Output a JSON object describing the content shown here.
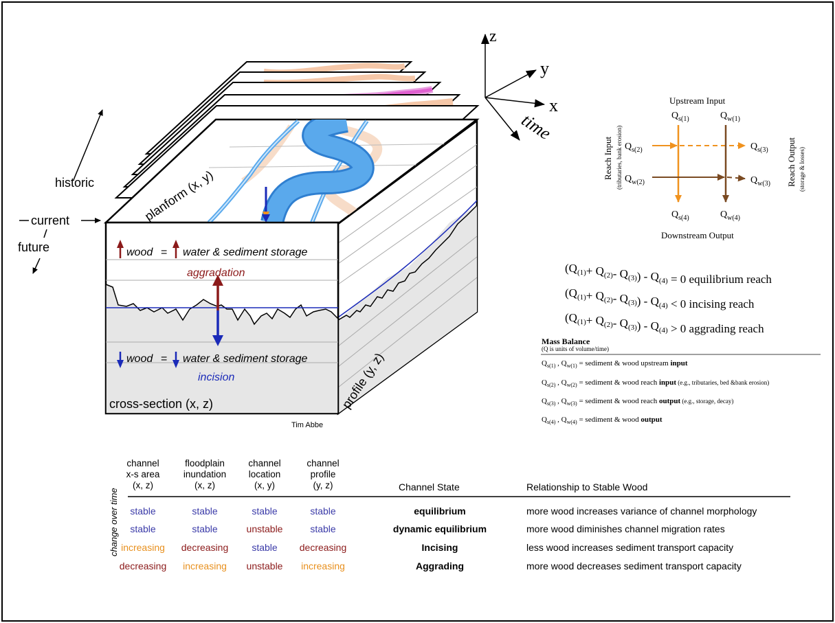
{
  "colors": {
    "stable": "#3a3aa8",
    "unstable": "#8b1a1a",
    "increasing": "#e8901e",
    "decreasing": "#8b1a1a",
    "channel": "#5aa9ec",
    "channel_dark": "#2f7fd0",
    "sediment_arrow": "#f0921e",
    "wood_arrow": "#7a4a22",
    "aggradation": "#8b1a1a",
    "incision": "#1a2ab8"
  },
  "block": {
    "time_labels": {
      "historic": "historic",
      "current": "current",
      "future": "future"
    },
    "planform_label": "planform (x, y)",
    "cross_section_label": "cross-section (x, z)",
    "profile_label": "profile (y, z)",
    "wood_up": "wood",
    "equals": "=",
    "storage_text": "water & sediment storage",
    "aggradation": "aggradation",
    "incision": "incision",
    "credit": "Tim Abbe"
  },
  "axes": {
    "z": "z",
    "y": "y",
    "x": "x",
    "time": "time"
  },
  "flow": {
    "upstream_input": "Upstream Input",
    "downstream_output": "Downstream Output",
    "reach_input": "Reach Input",
    "reach_input_note": "(tributaries, bank erosion)",
    "reach_output": "Reach Output",
    "reach_output_note": "(storage & losses)",
    "qs1": "Q",
    "qs1_sub": "s(1)",
    "qw1": "Q",
    "qw1_sub": "w(1)",
    "qs2": "Q",
    "qs2_sub": "s(2)",
    "qw2": "Q",
    "qw2_sub": "w(2)",
    "qs3": "Q",
    "qs3_sub": "s(3)",
    "qw3": "Q",
    "qw3_sub": "w(3)",
    "qs4": "Q",
    "qs4_sub": "s(4)",
    "qw4": "Q",
    "qw4_sub": "w(4)"
  },
  "equations": [
    {
      "lhs": "(Q(1)+ Q(2)- Q(3)) - Q(4)",
      "op": "= 0",
      "label": "equilibrium reach"
    },
    {
      "lhs": "(Q(1)+ Q(2)- Q(3)) - Q(4)",
      "op": "< 0",
      "label": "incising reach"
    },
    {
      "lhs": "(Q(1)+ Q(2)- Q(3)) - Q(4)",
      "op": "> 0",
      "label": "aggrading reach"
    }
  ],
  "mass_balance": {
    "title": "Mass Balance",
    "subtitle": "(Q is units of volume/time)",
    "lines": [
      {
        "a": "s(1)",
        "b": "w(1)",
        "text": " = sediment & wood upstream ",
        "bold": "input",
        "note": ""
      },
      {
        "a": "s(2)",
        "b": "w(2)",
        "text": " = sediment & wood reach ",
        "bold": "input",
        "note": " (e.g., tributaries, bed &bank erosion)"
      },
      {
        "a": "s(3)",
        "b": "w(3)",
        "text": " = sediment & wood reach ",
        "bold": "output",
        "note": " (e.g., storage, decay)"
      },
      {
        "a": "s(4)",
        "b": "w(4)",
        "text": " = sediment & wood ",
        "bold": "output",
        "note": ""
      }
    ]
  },
  "table": {
    "side_label": "change over time",
    "headers": [
      [
        "channel",
        "x-s area",
        "(x, z)"
      ],
      [
        "floodplain",
        "inundation",
        "(x, z)"
      ],
      [
        "channel",
        "location",
        "(x, y)"
      ],
      [
        "channel",
        "profile",
        "(y, z)"
      ]
    ],
    "state_header": "Channel State",
    "rel_header": "Relationship to Stable Wood",
    "rows": [
      {
        "cells": [
          [
            "stable",
            "stable"
          ],
          [
            "stable",
            "stable"
          ],
          [
            "stable",
            "stable"
          ],
          [
            "stable",
            "stable"
          ]
        ],
        "state": "equilibrium",
        "rel": "more wood increases variance of channel morphology"
      },
      {
        "cells": [
          [
            "stable",
            "stable"
          ],
          [
            "stable",
            "stable"
          ],
          [
            "unstable",
            "unstable"
          ],
          [
            "stable",
            "stable"
          ]
        ],
        "state": "dynamic equilibrium",
        "rel": "more wood diminishes channel migration rates"
      },
      {
        "cells": [
          [
            "increasing",
            "increasing"
          ],
          [
            "decreasing",
            "decreasing"
          ],
          [
            "stable",
            "stable"
          ],
          [
            "decreasing",
            "decreasing"
          ]
        ],
        "state": "Incising",
        "rel": "less wood increases sediment transport capacity"
      },
      {
        "cells": [
          [
            "decreasing",
            "decreasing"
          ],
          [
            "increasing",
            "increasing"
          ],
          [
            "unstable",
            "unstable"
          ],
          [
            "increasing",
            "increasing"
          ]
        ],
        "state": "Aggrading",
        "rel": "more wood decreases sediment transport capacity"
      }
    ]
  }
}
